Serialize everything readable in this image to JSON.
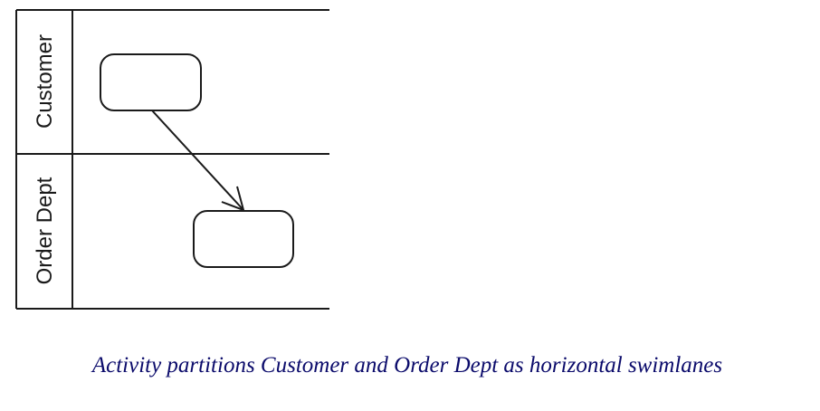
{
  "diagram": {
    "lanes": [
      {
        "id": "customer",
        "label": "Customer"
      },
      {
        "id": "order-dept",
        "label": "Order Dept"
      }
    ],
    "actions": [
      {
        "id": "customer-action",
        "lane": "customer",
        "label": ""
      },
      {
        "id": "order-dept-action",
        "lane": "order-dept",
        "label": ""
      }
    ],
    "flows": [
      {
        "from": "customer-action",
        "to": "order-dept-action"
      }
    ],
    "line_color": "#1a1a1a"
  },
  "caption": "Activity partitions Customer and Order Dept as horizontal swimlanes",
  "caption_color": "#0b0b6b"
}
